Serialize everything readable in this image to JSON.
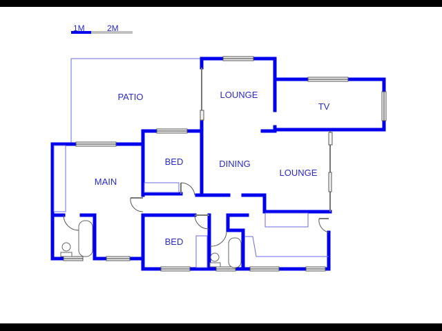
{
  "scale_bar": {
    "first_label": "1M",
    "second_label": "2M",
    "first_color": "#0000ee",
    "second_color": "#c0c0c0"
  },
  "rooms": {
    "patio": "PATIO",
    "lounge_top": "LOUNGE",
    "tv": "TV",
    "bed_upper": "BED",
    "main": "MAIN",
    "dining": "DINING",
    "lounge_right": "LOUNGE",
    "bed_lower": "BED"
  },
  "colors": {
    "wall": "#0000ee",
    "label": "#2a2ac8",
    "frame_bars": "#000000"
  }
}
